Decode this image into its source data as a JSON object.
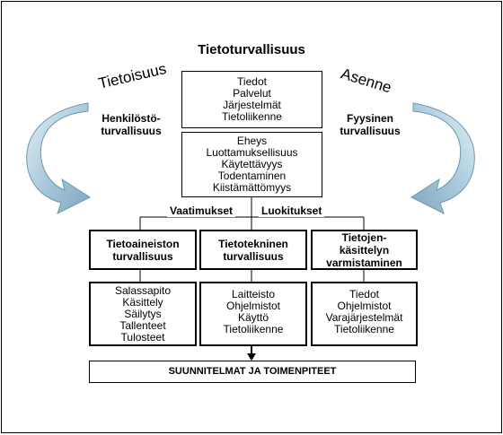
{
  "title": "Tietoturvallisuus",
  "left_arc_label": "Tietoisuus",
  "right_arc_label": "Asenne",
  "left_side": [
    "Henkilöstö-",
    "turvallisuus"
  ],
  "right_side": [
    "Fyysinen",
    "turvallisuus"
  ],
  "top_box": [
    "Tiedot",
    "Palvelut",
    "Järjestelmät",
    "Tietoliikenne"
  ],
  "goals_box": [
    "Eheys",
    "Luottamuksellisuus",
    "Käytettävyys",
    "Todentaminen",
    "Kiistämättömyys"
  ],
  "requirements_label": "Vaatimukset",
  "classifications_label": "Luokitukset",
  "areas": [
    {
      "title": [
        "Tietoaineiston",
        "turvallisuus"
      ],
      "items": [
        "Salassapito",
        "Käsittely",
        "Säilytys",
        "Tallenteet",
        "Tulosteet"
      ]
    },
    {
      "title": [
        "Tietotekninen",
        "turvallisuus"
      ],
      "items": [
        "Laitteisto",
        "Ohjelmistot",
        "Käyttö",
        "Tietoliikenne"
      ]
    },
    {
      "title": [
        "Tietojen-",
        "käsittelyn",
        "varmistaminen"
      ],
      "items": [
        "Tiedot",
        "Ohjelmistot",
        "Varajärjestelmät",
        "Tietoliikenne"
      ]
    }
  ],
  "bottom_box": "SUUNNITELMAT JA TOIMENPITEET",
  "colors": {
    "arrow_light": "#d6e8f2",
    "arrow_mid": "#a9cadc",
    "arrow_dark": "#7fa7bd",
    "border": "#000000"
  }
}
